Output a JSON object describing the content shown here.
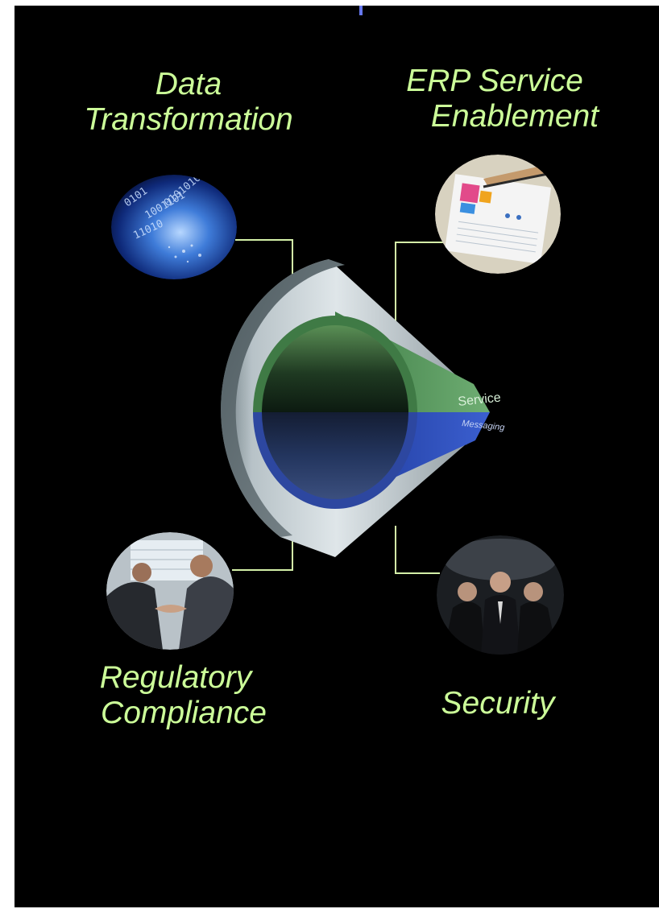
{
  "colors": {
    "background": "#000000",
    "label_text": "#ccff99",
    "connector": "#d4f0a8",
    "top_accent": "#6677ee",
    "pipe_shell": "#c9d3d8",
    "channel_upper": "#4a8a52",
    "channel_lower": "#2e4aa8"
  },
  "labels": {
    "data_transformation": [
      "Data",
      "Transformation"
    ],
    "erp_service_enablement": [
      "ERP Service",
      "Enablement"
    ],
    "regulatory_compliance": [
      "Regulatory",
      "Compliance"
    ],
    "security": [
      "Security"
    ]
  },
  "images": {
    "data_transformation": "binary-data-globe-image",
    "erp_service_enablement": "erp-dashboard-pen-image",
    "regulatory_compliance": "business-handshake-image",
    "security": "security-team-image"
  },
  "pipe": {
    "upper_label": "Service",
    "lower_label": "Messaging"
  }
}
